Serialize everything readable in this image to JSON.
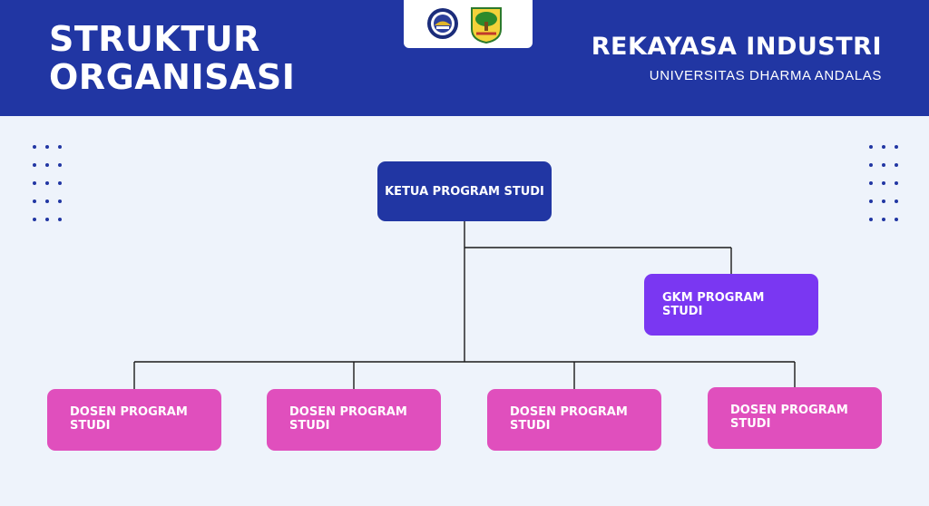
{
  "header": {
    "title_line1": "STRUKTUR",
    "title_line2": "ORGANISASI",
    "department": "REKAYASA INDUSTRI",
    "university": "UNIVERSITAS DHARMA ANDALAS"
  },
  "logos": [
    "university-seal-icon",
    "regional-emblem-icon"
  ],
  "org": {
    "ketua": "KETUA PROGRAM STUDI",
    "gkm": "GKM PROGRAM STUDI",
    "dosen": [
      "DOSEN PROGRAM STUDI",
      "DOSEN PROGRAM STUDI",
      "DOSEN PROGRAM STUDI",
      "DOSEN PROGRAM STUDI"
    ]
  },
  "colors": {
    "primary": "#2136a3",
    "gkm": "#7a37f2",
    "dosen": "#e04fbd",
    "background": "#eef3fb"
  }
}
